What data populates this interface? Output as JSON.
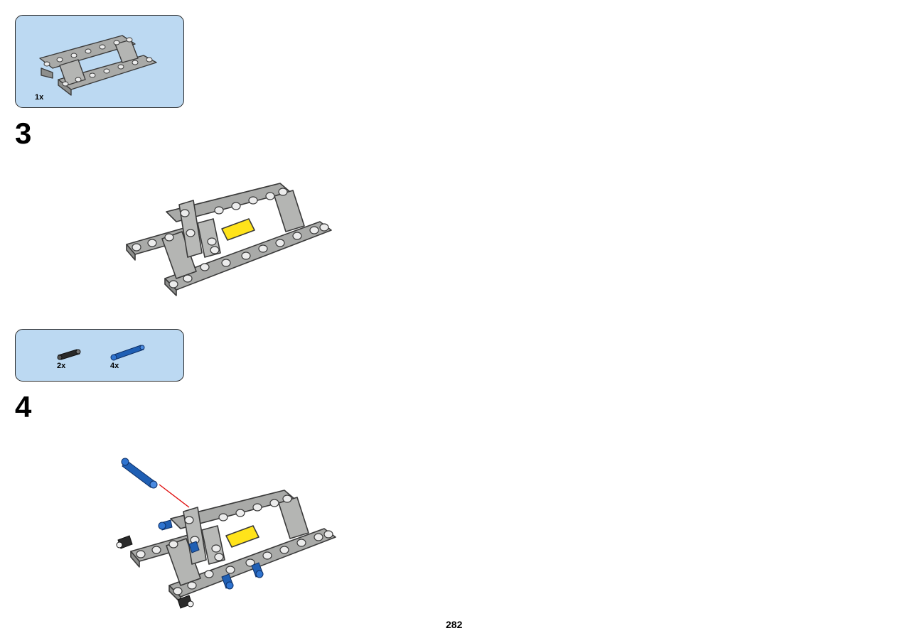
{
  "page_number": "282",
  "steps": [
    {
      "number": "3",
      "parts": [
        {
          "qty": "1x",
          "part": "frame-5x7-icon",
          "color": "#a9aaa8"
        }
      ]
    },
    {
      "number": "4",
      "parts": [
        {
          "qty": "2x",
          "part": "black-pin-icon",
          "color": "#2a2a2a"
        },
        {
          "qty": "4x",
          "part": "blue-pin-icon",
          "color": "#1f5fb4"
        }
      ]
    }
  ],
  "colors": {
    "parts_box_bg": "#bcd9f2",
    "beam_grey": "#a9aaa8",
    "highlight_yellow": "#ffe31a",
    "arrow_red": "#e01010"
  }
}
